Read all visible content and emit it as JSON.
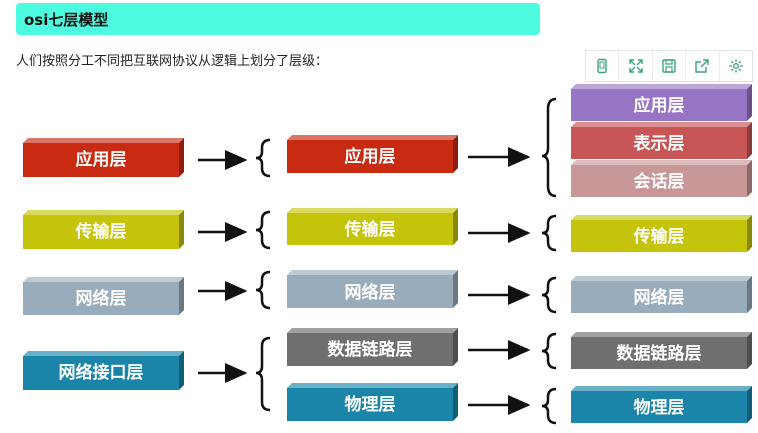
{
  "header": {
    "title": "osi七层模型"
  },
  "description": "人们按照分工不同把互联网协议从逻辑上划分了层级：",
  "toolbar": {
    "icons": [
      "mobile-icon",
      "fullscreen-icon",
      "save-icon",
      "share-icon",
      "settings-icon"
    ]
  },
  "colors": {
    "title_bg": "#4dfce0",
    "application": "#c82a12",
    "transport": "#c4c40a",
    "network": "#99acbc",
    "interface": "#1a85a8",
    "datalink": "#6f6f6f",
    "physical": "#1a85a8",
    "app7": "#9874c4",
    "presentation": "#c85656",
    "session": "#c89898"
  },
  "diagram": {
    "col1": {
      "application": "应用层",
      "transport": "传输层",
      "network": "网络层",
      "interface": "网络接口层"
    },
    "col2": {
      "application": "应用层",
      "transport": "传输层",
      "network": "网络层",
      "datalink": "数据链路层",
      "physical": "物理层"
    },
    "col3": {
      "application": "应用层",
      "presentation": "表示层",
      "session": "会话层",
      "transport": "传输层",
      "network": "网络层",
      "datalink": "数据链路层",
      "physical": "物理层"
    }
  }
}
